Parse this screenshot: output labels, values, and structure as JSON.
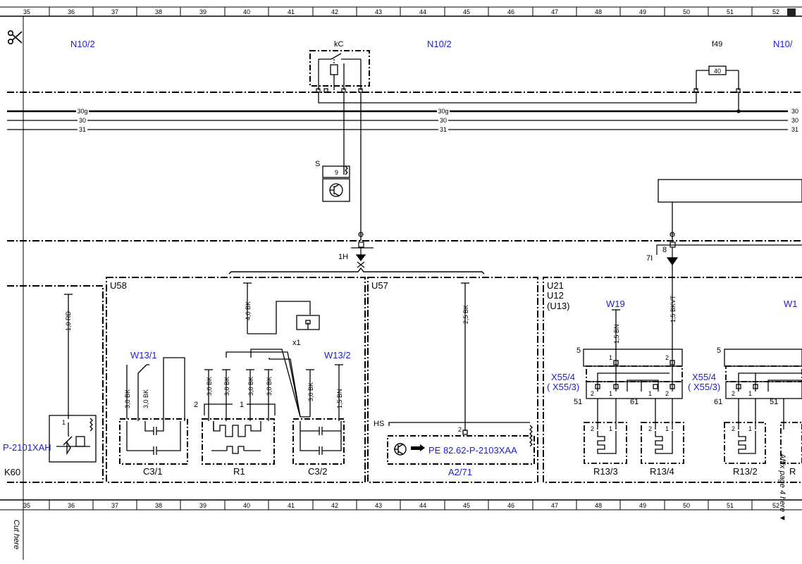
{
  "ruler": {
    "numbers": [
      "35",
      "36",
      "37",
      "38",
      "39",
      "40",
      "41",
      "42",
      "43",
      "44",
      "45",
      "46",
      "47",
      "48",
      "49",
      "50",
      "51",
      "52"
    ]
  },
  "side": {
    "cut_here": "Cut here",
    "affix_here": "Affix page 4 here ▼"
  },
  "labels": {
    "n10_2_left": "N10/2",
    "n10_2_mid": "N10/2",
    "n10_2_right": "N10/",
    "kc": "kC",
    "f49": "f49",
    "fuse_40": "40",
    "s": "S",
    "pin_9": "9",
    "conn_1h": "1H",
    "conn_7i": "7I",
    "pin_8": "8",
    "plus_a": "+",
    "plus_b": "+",
    "u58": "U58",
    "u57": "U57",
    "u21": "U21",
    "u12": "U12",
    "u13": "(U13)",
    "x1": "x1",
    "w13_1": "W13/1",
    "w13_2": "W13/2",
    "w19": "W19",
    "w1_cut": "W1",
    "x55_4_a": "X55/4",
    "x55_3_a": "( X55/3)",
    "x55_4_b": "X55/4",
    "x55_3_b": "( X55/3)",
    "hs": "HS",
    "pe_ref": "PE 82.62-P-2103XAA",
    "a2_71": "A2/71",
    "p2101": "P-2101XAH",
    "k60": "K60",
    "c3_1": "C3/1",
    "r1": "R1",
    "c3_2": "C3/2",
    "r13_3": "R13/3",
    "r13_4": "R13/4",
    "r13_2": "R13/2",
    "r_cut": "R",
    "n5_a": "5",
    "n5_b": "5",
    "n51_a": "51",
    "n61_a": "61",
    "n61_b": "61",
    "n51_b": "51",
    "n2_r1": "2",
    "n1_r1": "1"
  },
  "buses": {
    "b1": "30g",
    "b2": "30",
    "b3": "31",
    "c1": "30g",
    "c2": "30",
    "c3": "31",
    "d1": "30",
    "d2": "30",
    "d3": "31"
  },
  "wires": {
    "rd_1_0": "1,0 RD",
    "bk_4_0": "4,0 BK",
    "bk_2_5": "2,5 BK",
    "bkvt_1_5": "1,5 BKVT",
    "bn_1_5_w19": "1,5 BN",
    "bk_3_0_a": "3,0 BK",
    "bk_3_0_b": "3,0 BK",
    "bk_3_0_c": "3,0 BK",
    "bk_3_0_d": "3,0 BK",
    "bk_3_0_e": "3,0 BK",
    "bk_3_0_f": "3,0 BK",
    "bk_3_0_g": "3,0 BK",
    "bn_1_5_w13": "1,5 BN"
  },
  "pins": {
    "p1_k60": "1",
    "p2_hs": "2",
    "x55a_1": "1",
    "x55a_2": "2",
    "x55a_2b": "2",
    "x55a_1b": "1",
    "x55a_1c": "1",
    "x55a_2c": "2",
    "x55b_2": "2",
    "x55b_1": "1",
    "r13_3_a": "2",
    "r13_3_b": "1",
    "r13_4_a": "2",
    "r13_4_b": "1",
    "r13_2_a": "2",
    "r13_2_b": "1"
  },
  "colors": {
    "ref_blue": "#1c1cd6",
    "line": "#000000"
  },
  "icons": {
    "scissors": "scissors-icon",
    "page_corner": "page-corner-icon",
    "hand_pointer": "hand-pointer-icon",
    "transistor": "transistor-icon"
  }
}
